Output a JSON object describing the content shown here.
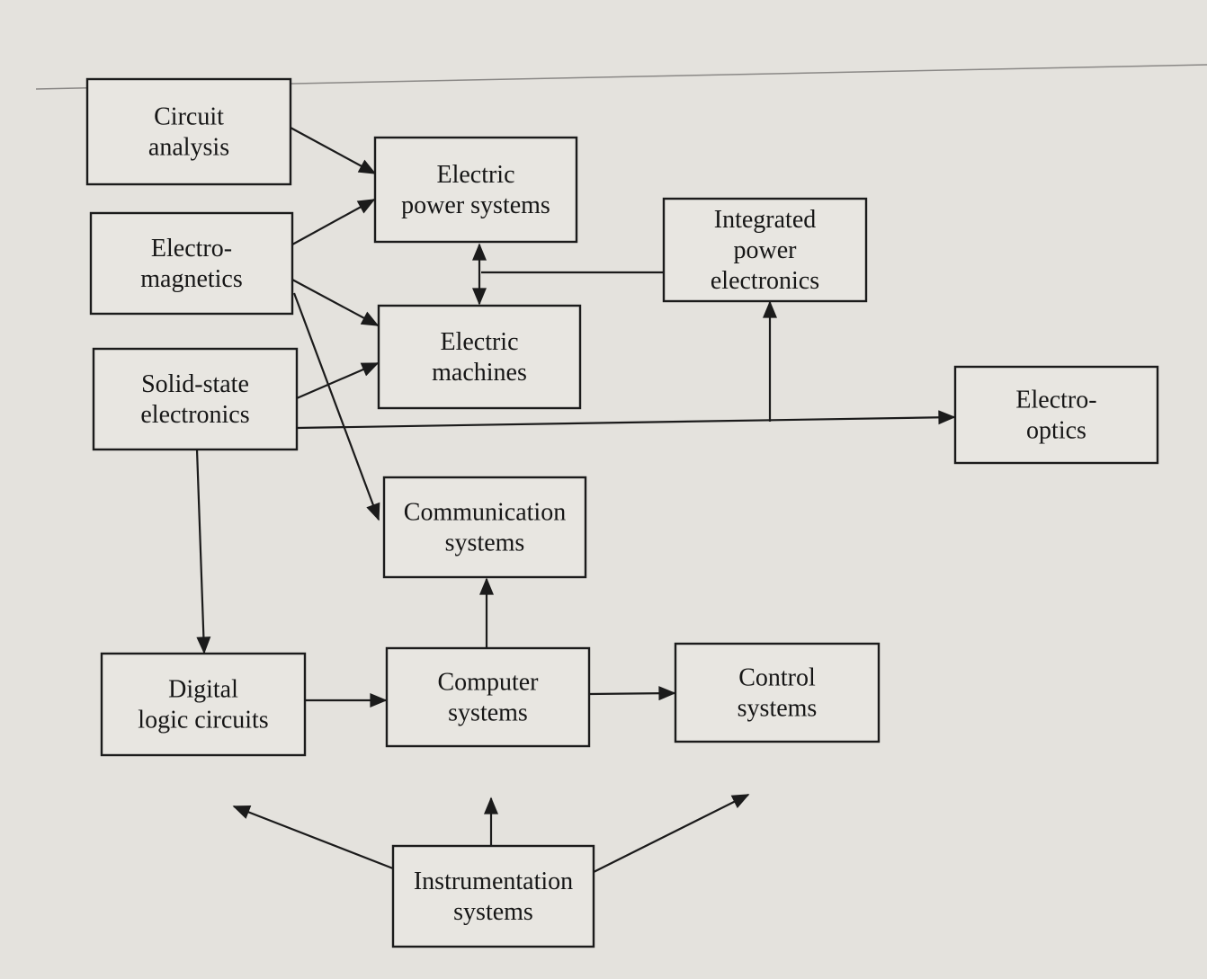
{
  "nodes": [
    {
      "id": "circuit",
      "lines": [
        "Circuit",
        "analysis"
      ]
    },
    {
      "id": "power",
      "lines": [
        "Electric",
        "power systems"
      ]
    },
    {
      "id": "ipe",
      "lines": [
        "Integrated",
        "power",
        "electronics"
      ]
    },
    {
      "id": "em",
      "lines": [
        "Electro-",
        "magnetics"
      ]
    },
    {
      "id": "machines",
      "lines": [
        "Electric",
        "machines"
      ]
    },
    {
      "id": "solid",
      "lines": [
        "Solid-state",
        "electronics"
      ]
    },
    {
      "id": "optics",
      "lines": [
        "Electro-",
        "optics"
      ]
    },
    {
      "id": "comm",
      "lines": [
        "Communication",
        "systems"
      ]
    },
    {
      "id": "digital",
      "lines": [
        "Digital",
        "logic circuits"
      ]
    },
    {
      "id": "computer",
      "lines": [
        "Computer",
        "systems"
      ]
    },
    {
      "id": "control",
      "lines": [
        "Control",
        "systems"
      ]
    },
    {
      "id": "instr",
      "lines": [
        "Instrumentation",
        "systems"
      ]
    }
  ],
  "edges": [
    {
      "from": "circuit",
      "to": "power"
    },
    {
      "from": "em",
      "to": "power"
    },
    {
      "from": "em",
      "to": "machines"
    },
    {
      "from": "em",
      "to": "comm"
    },
    {
      "from": "solid",
      "to": "machines"
    },
    {
      "from": "solid",
      "to": "optics"
    },
    {
      "from": "solid",
      "to": "ipe"
    },
    {
      "from": "solid",
      "to": "digital"
    },
    {
      "from": "power",
      "to": "machines",
      "bidirectional": true
    },
    {
      "from": "ipe",
      "to": "power"
    },
    {
      "from": "digital",
      "to": "computer"
    },
    {
      "from": "computer",
      "to": "comm"
    },
    {
      "from": "computer",
      "to": "control"
    },
    {
      "from": "instr",
      "to": "digital"
    },
    {
      "from": "instr",
      "to": "computer"
    },
    {
      "from": "instr",
      "to": "control"
    }
  ],
  "colors": {
    "ink": "#1b1b1b",
    "paper": "#e4e2dd",
    "box_fill": "#e8e6e1"
  }
}
